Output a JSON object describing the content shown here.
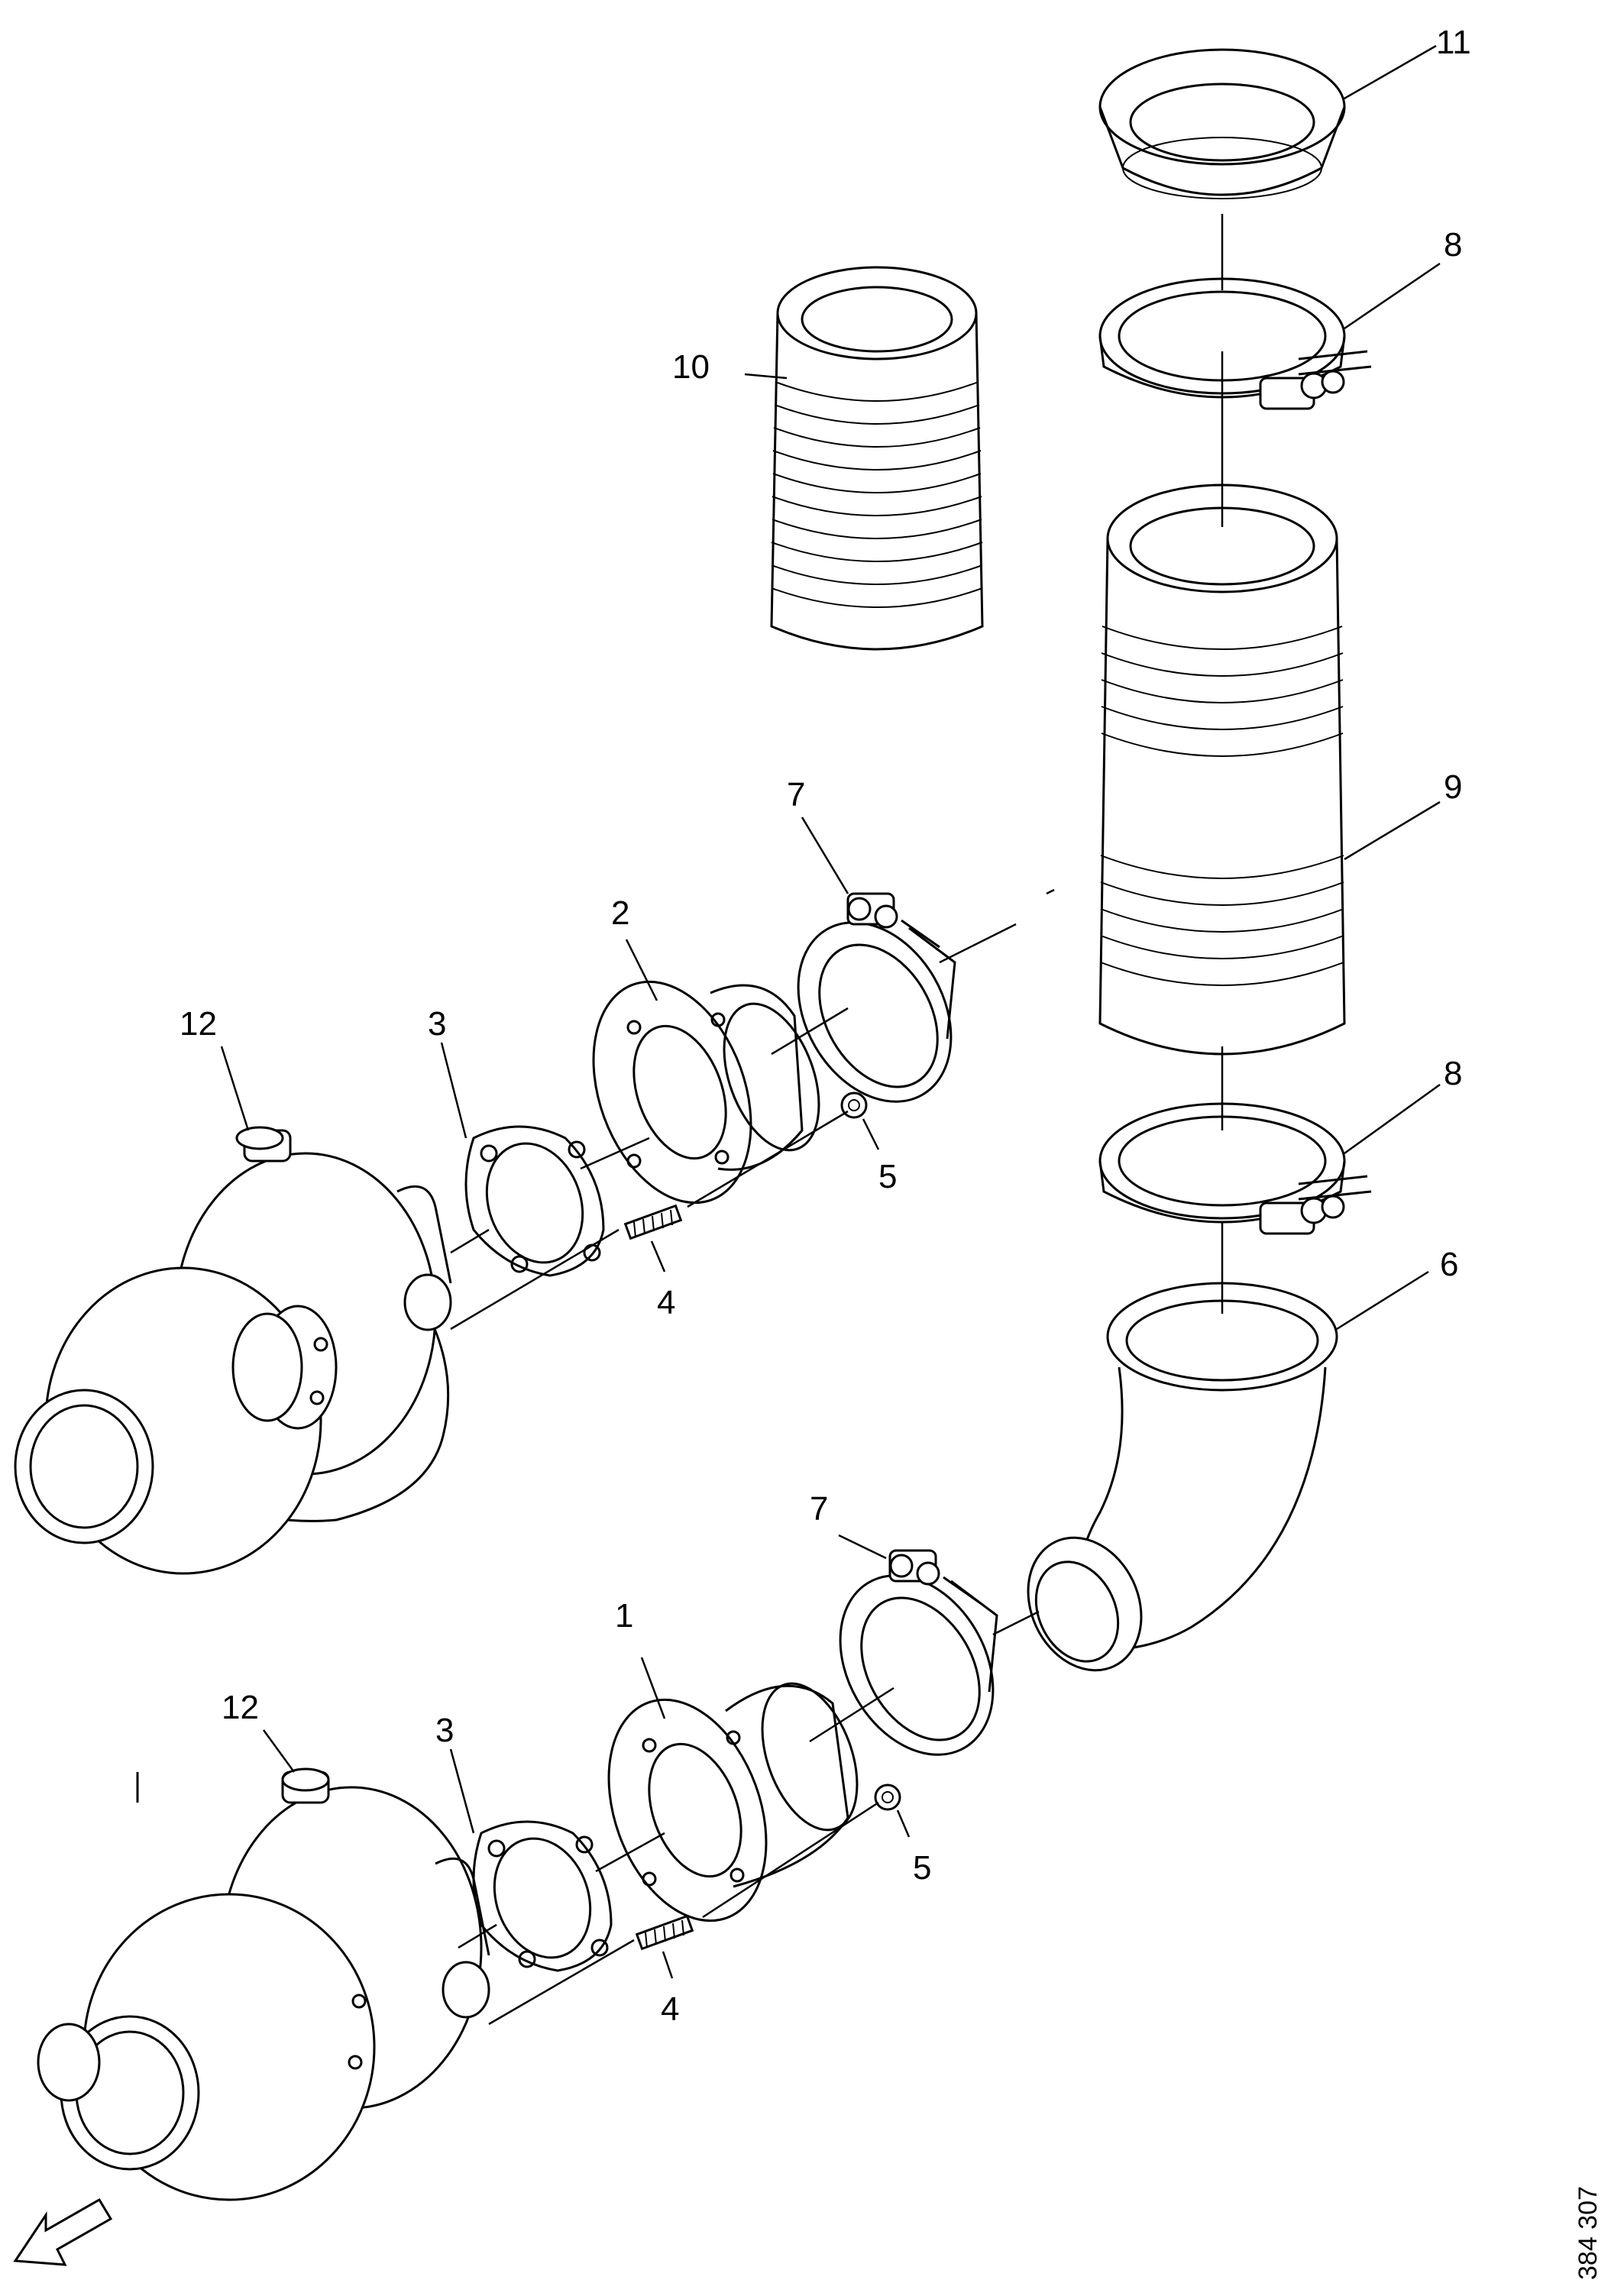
{
  "diagram": {
    "type": "exploded-parts-diagram",
    "reference_number": "384 307",
    "labels": {
      "p1": "1",
      "p2": "2",
      "p3a": "3",
      "p3b": "3",
      "p4a": "4",
      "p4b": "4",
      "p5a": "5",
      "p5b": "5",
      "p6": "6",
      "p7a": "7",
      "p7b": "7",
      "p8a": "8",
      "p8b": "8",
      "p9": "9",
      "p10": "10",
      "p11": "11",
      "p12a": "12",
      "p12b": "12"
    }
  }
}
